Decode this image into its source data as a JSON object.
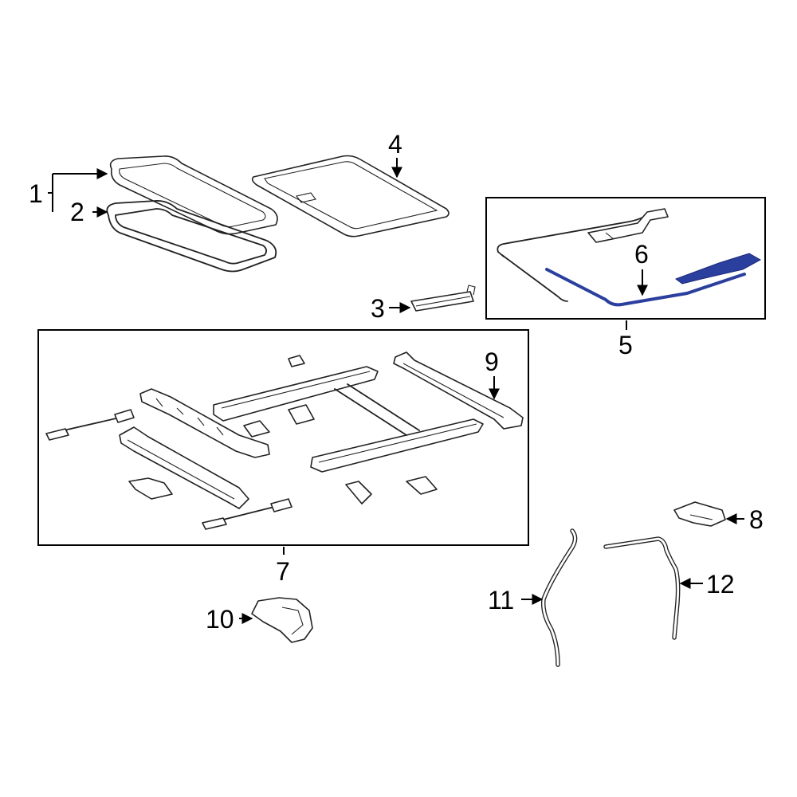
{
  "callouts": {
    "c1": "1",
    "c2": "2",
    "c3": "3",
    "c4": "4",
    "c5": "5",
    "c6": "6",
    "c7": "7",
    "c8": "8",
    "c9": "9",
    "c10": "10",
    "c11": "11",
    "c12": "12"
  },
  "colors": {
    "highlight": "#2b3f9e",
    "line": "#222222",
    "background": "#ffffff"
  }
}
